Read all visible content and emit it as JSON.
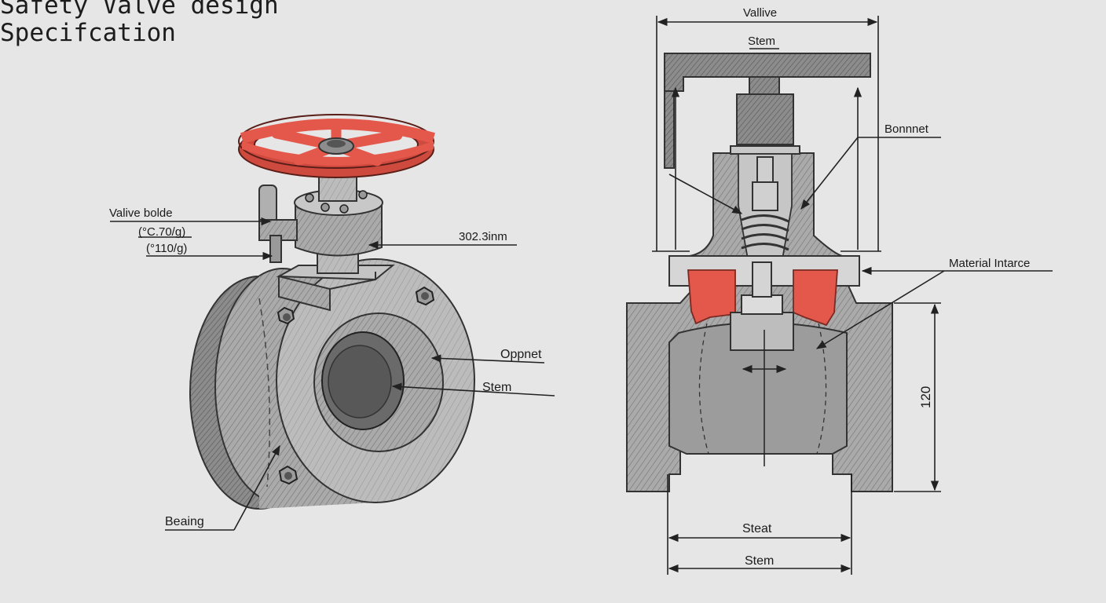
{
  "title": {
    "line1": "Safety Valve design",
    "line2": "Specifcation"
  },
  "left_view": {
    "labels": {
      "valve_body": "Valive bolde",
      "spec1": "(°C.70/g)",
      "spec2": "(°110/g)",
      "dimension": "302.3inm",
      "opening": "Oppnet",
      "stem": "Stem",
      "bearing": "Beaing"
    }
  },
  "section_view": {
    "labels": {
      "top_dim": "Vallive",
      "top_stem": "Stem",
      "bonnet": "Bonnnet",
      "material": "Material Intarce",
      "height": "120",
      "seat": "Steat",
      "bottom_stem": "Stem"
    }
  },
  "colors": {
    "background": "#e6e6e6",
    "accent_red": "#e4584c",
    "metal": "#a8a8a8",
    "line": "#222222"
  }
}
